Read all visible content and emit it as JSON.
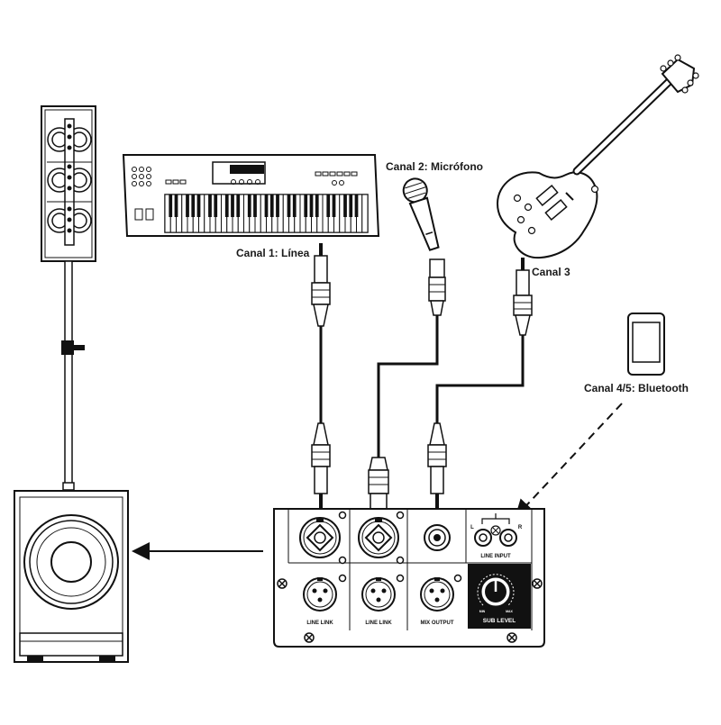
{
  "labels": {
    "channel1": "Canal 1: Línea",
    "channel2": "Canal 2: Micrófono",
    "channel3": "Canal 3",
    "channel45": "Canal 4/5: Bluetooth"
  },
  "panel": {
    "line_link_1": "LINE LINK",
    "line_link_2": "LINE LINK",
    "mix_output": "MIX OUTPUT",
    "line_input": "LINE INPUT",
    "sub_level": "SUB LEVEL",
    "input_l": "L",
    "input_r": "R",
    "knob_min": "MIN",
    "knob_max": "MAX"
  },
  "colors": {
    "line": "#111111",
    "panel_dark": "#111111",
    "background": "#ffffff"
  }
}
